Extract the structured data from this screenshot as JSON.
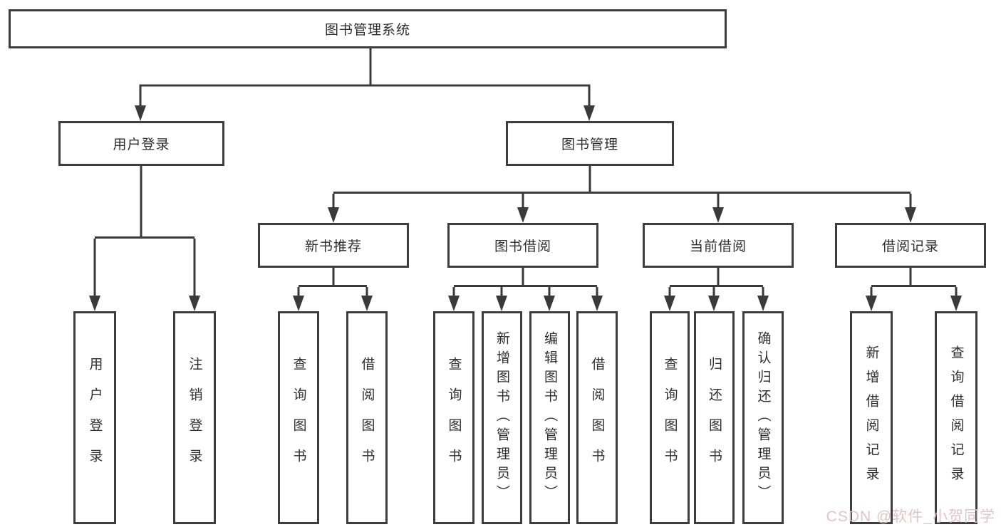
{
  "diagram": {
    "root": {
      "label": "图书管理系统"
    },
    "branches": {
      "user_login": {
        "label": "用户登录",
        "children": {
          "login": "用户登录",
          "logout": "注销登录"
        }
      },
      "book_management": {
        "label": "图书管理",
        "children": {
          "new_book_recommend": {
            "label": "新书推荐",
            "children": {
              "query_books": "查询图书",
              "borrow_books": "借阅图书"
            }
          },
          "book_borrowing": {
            "label": "图书借阅",
            "children": {
              "query_books": "查询图书",
              "add_books": "新增图书（管理员）",
              "edit_books": "编辑图书（管理员）",
              "borrow_books": "借阅图书"
            }
          },
          "current_borrowing": {
            "label": "当前借阅",
            "children": {
              "query_books": "查询图书",
              "return_books": "归还图书",
              "confirm_return": "确认归还（管理员）"
            }
          },
          "borrowing_records": {
            "label": "借阅记录",
            "children": {
              "add_record": "新增借阅记录",
              "query_record": "查询借阅记录"
            }
          }
        }
      }
    },
    "watermark": "CSDN @软件_小贺同学",
    "colors": {
      "line": "#3a3a3a",
      "box_border": "#3d3d3d",
      "box_fill": "#ffffff",
      "text": "#2e2e2e",
      "watermark": "#dfc0c7"
    }
  }
}
